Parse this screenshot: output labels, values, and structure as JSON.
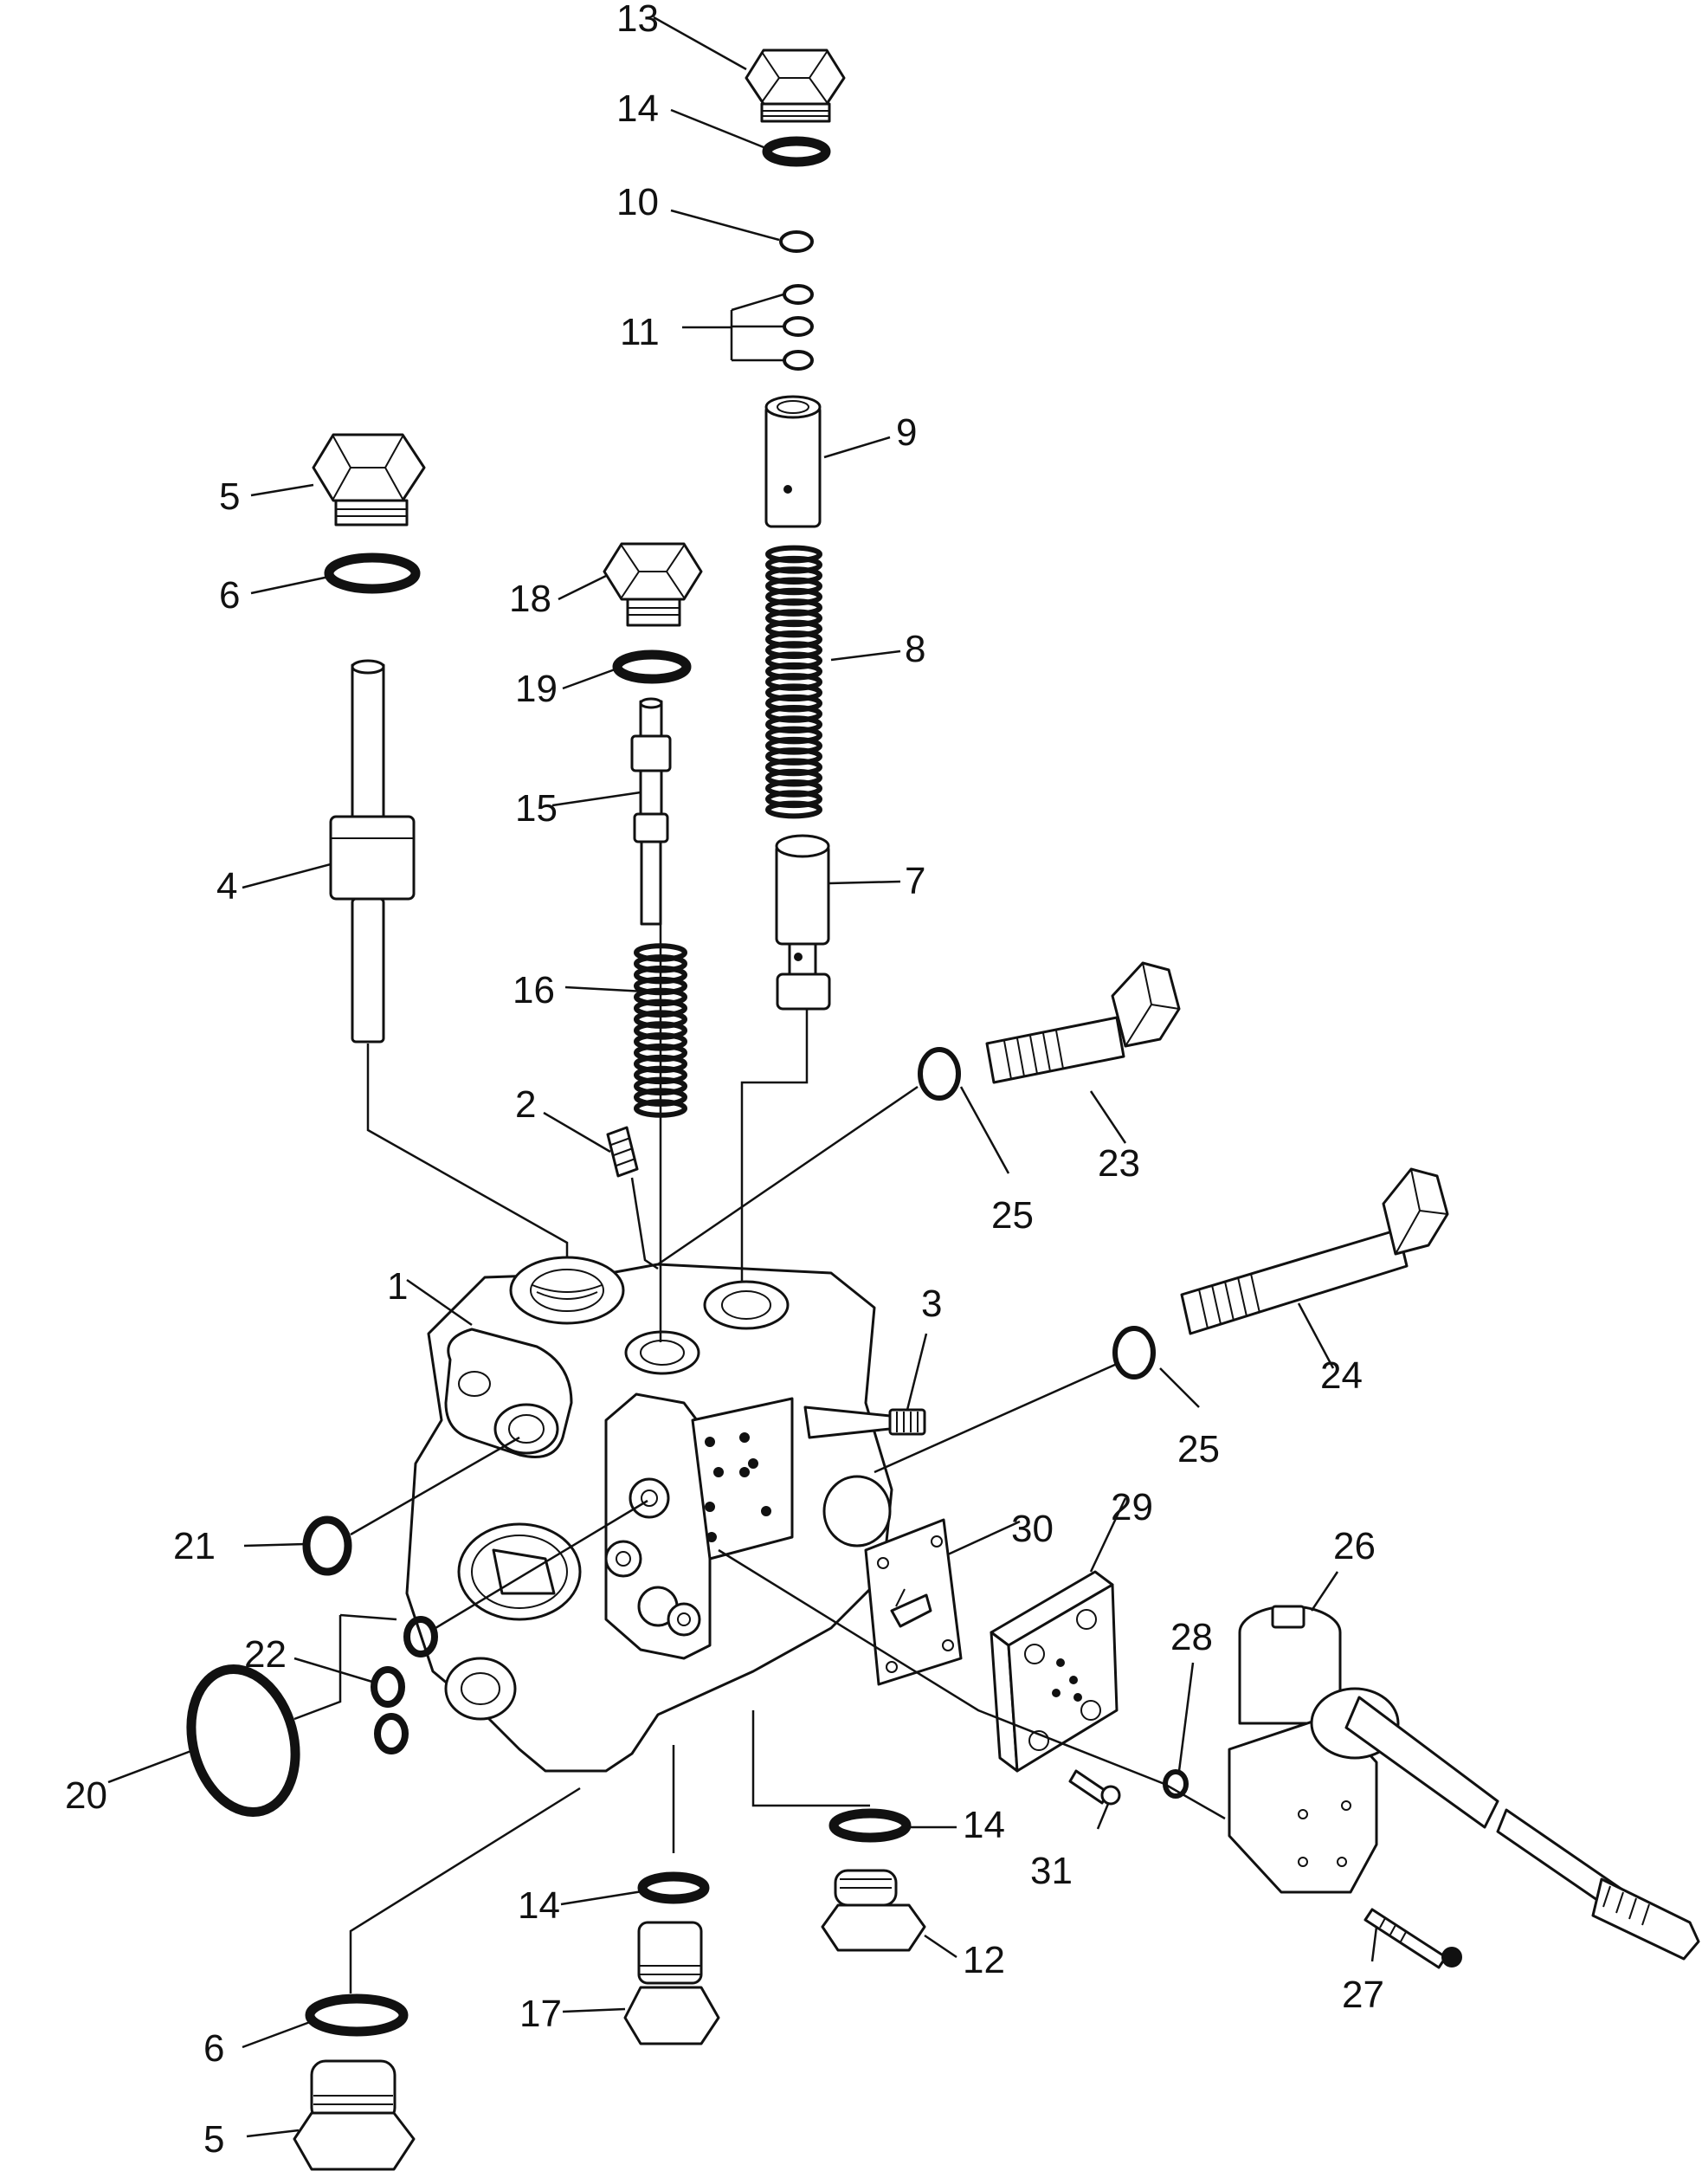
{
  "callouts": [
    "1",
    "2",
    "3",
    "4",
    "5",
    "6",
    "7",
    "8",
    "9",
    "10",
    "11",
    "12",
    "13",
    "14",
    "15",
    "16",
    "17",
    "18",
    "19",
    "20",
    "21",
    "22",
    "23",
    "24",
    "25",
    "26",
    "27",
    "28",
    "29",
    "30",
    "31"
  ],
  "repeat_labels": {
    "l14b": "14",
    "l14c": "14",
    "l6b": "6",
    "l5b": "5",
    "l25b": "25"
  }
}
